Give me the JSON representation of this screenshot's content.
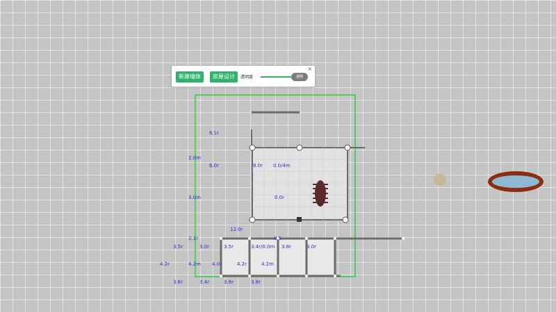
{
  "toolbar": {
    "button_a": "新建墙体",
    "button_b": "房屋设计",
    "slider_label": "透明度",
    "slider_knob_text": "透明",
    "close": "×",
    "slider_value": 0.9
  },
  "colors": {
    "grid_bg": "#c4c4c4",
    "wall": "#6b6b6b",
    "selection_outline": "#2ecc40",
    "dimension_text": "#2d2dcf",
    "button_green": "#2fb36b",
    "ellipse_outer": "#8b2d0e",
    "ellipse_inner": "#8fb8d4",
    "dot": "#c8b38c",
    "object": "#5a2a2a"
  },
  "dimension_labels": [
    "6.1r",
    "2.0m",
    "6.0r",
    "8.0r",
    "0.0/4m",
    "3.0m",
    "0.0r",
    "12.0r",
    "2.1r",
    "0.5",
    "3.5r",
    "3.0r",
    "3.5r",
    "3.4r/0.0m",
    "3.8r",
    "3.0r",
    "4.2r",
    "4.2m",
    "4.0r",
    "4.2r",
    "4.2m",
    "3.6r",
    "3.4r",
    "3.8r",
    "3.8r"
  ],
  "icons": {
    "close": "close-icon",
    "handle": "resize-handle-icon",
    "object": "floor-object-icon",
    "ellipse": "pool-icon",
    "dot": "marker-icon"
  }
}
